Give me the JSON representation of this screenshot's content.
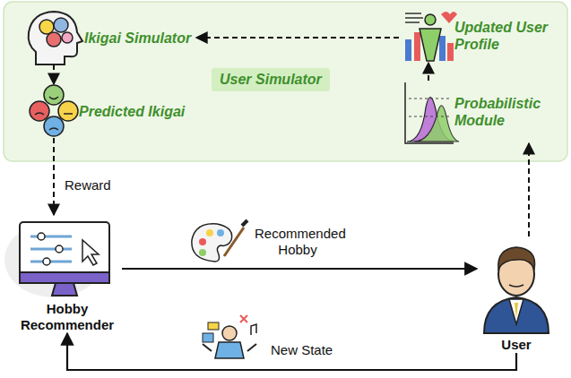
{
  "diagram": {
    "nodes": [
      {
        "text": [
          "User Simulator"
        ]
      },
      {
        "text": [
          "Ikigai Simulator"
        ],
        "in": 0
      },
      {
        "text": [
          "Predicted Ikigai"
        ],
        "in": 0
      },
      {
        "text": [
          "Updated User Profile"
        ],
        "in": 0
      },
      {
        "text": [
          "Probabilistic Module"
        ],
        "in": 0
      },
      {
        "text": [
          "Hobby Recommender"
        ]
      },
      {
        "text": [
          "User"
        ]
      }
    ],
    "edges": [
      {
        "from": 3,
        "to": 1,
        "arrow": "to"
      },
      {
        "from": 1,
        "to": 2,
        "arrow": "to"
      },
      {
        "from": 4,
        "to": 3,
        "arrow": "to"
      },
      {
        "from": 6,
        "to": 4,
        "arrow": "to"
      },
      {
        "from": 2,
        "to": 5,
        "label": "Reward",
        "arrow": "to"
      },
      {
        "from": 5,
        "to": 6,
        "label": "Recommended Hobby",
        "arrow": "to"
      },
      {
        "from": 6,
        "to": 5,
        "label": "New State",
        "arrow": "to"
      }
    ]
  }
}
